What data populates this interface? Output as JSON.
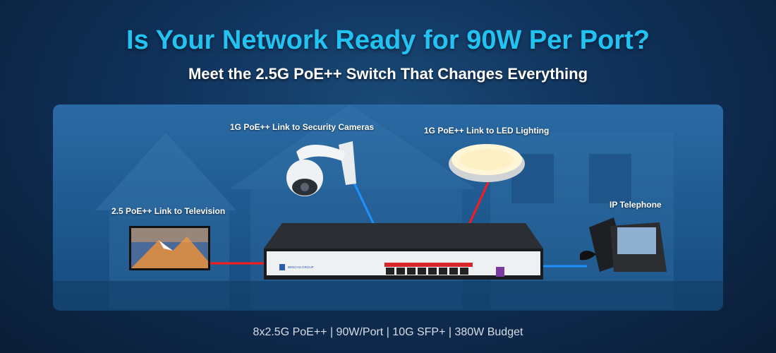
{
  "header": {
    "title": "Is Your Network Ready for 90W Per Port?",
    "subtitle": "Meet the 2.5G PoE++ Switch That Changes Everything"
  },
  "labels": {
    "cameras": "1G PoE++ Link to Security Cameras",
    "lighting": "1G PoE++ Link to LED Lighting",
    "television": "2.5 PoE++ Link to Television",
    "telephone": "IP Telephone"
  },
  "switch": {
    "brand": "BENCHU GROUP",
    "ports": 8,
    "sfp_ports": 1
  },
  "footer": {
    "specs": "8x2.5G PoE++ | 90W/Port | 10G SFP+ | 380W Budget"
  },
  "colors": {
    "title": "#22c3f2",
    "link_blue": "#1e90ff",
    "link_red": "#ff1a1a"
  }
}
